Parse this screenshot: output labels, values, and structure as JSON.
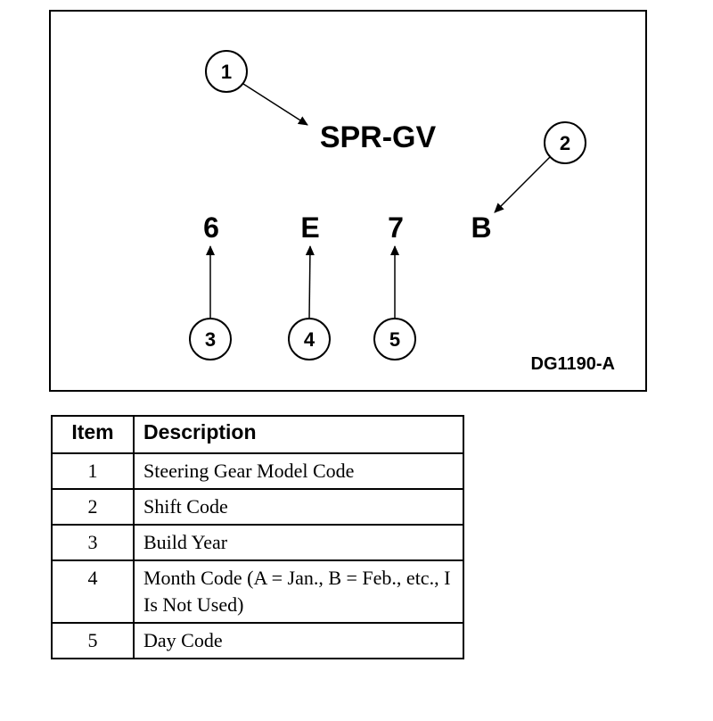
{
  "diagram": {
    "main_code": "SPR-GV",
    "code_characters": [
      "6",
      "E",
      "7",
      "B"
    ],
    "callouts": [
      "1",
      "2",
      "3",
      "4",
      "5"
    ],
    "reference_id": "DG1190-A"
  },
  "legend": {
    "headers": {
      "item": "Item",
      "description": "Description"
    },
    "rows": [
      {
        "item": "1",
        "description": "Steering Gear Model Code"
      },
      {
        "item": "2",
        "description": "Shift Code"
      },
      {
        "item": "3",
        "description": "Build Year"
      },
      {
        "item": "4",
        "description": "Month Code (A = Jan., B = Feb., etc., I Is Not Used)"
      },
      {
        "item": "5",
        "description": "Day Code"
      }
    ]
  }
}
